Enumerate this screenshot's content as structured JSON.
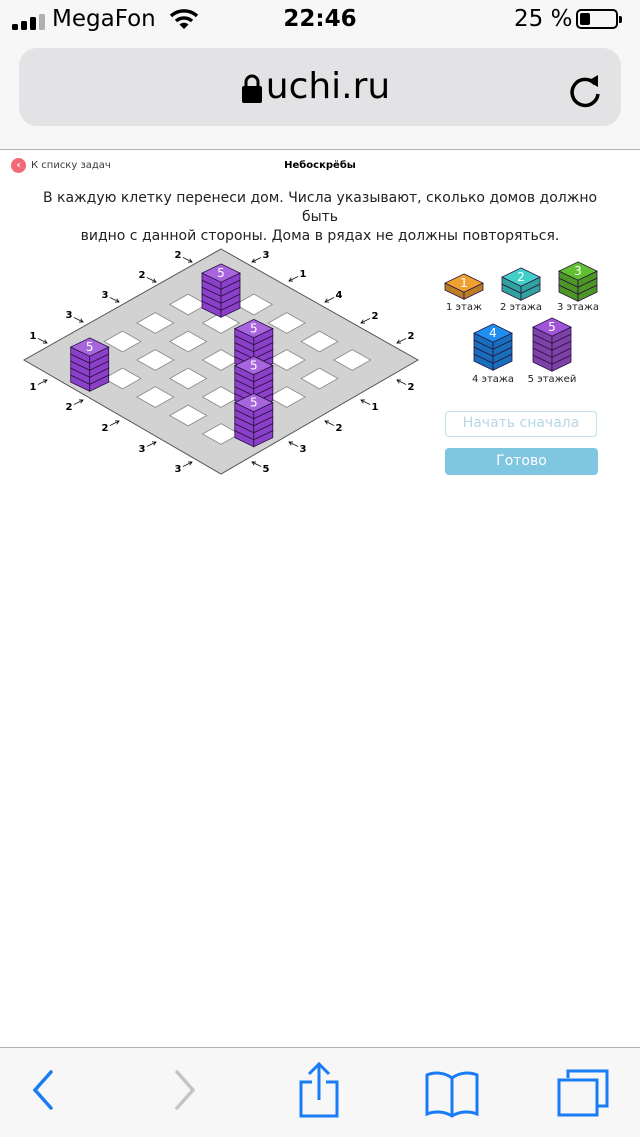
{
  "status_bar": {
    "carrier": "MegaFon",
    "time": "22:46",
    "battery": "25 %"
  },
  "browser": {
    "url": "uchi.ru"
  },
  "page": {
    "back_link": "К списку задач",
    "title": "Небоскрёбы",
    "instructions_line1": "В каждую клетку перенеси дом. Числа указывают, сколько домов должно быть",
    "instructions_line2": "видно с данной стороны. Дома в рядах не должны повторяться."
  },
  "board": {
    "clues_top_left": [
      "2",
      "2",
      "3",
      "3",
      "1"
    ],
    "clues_top_right": [
      "3",
      "1",
      "4",
      "2",
      "2"
    ],
    "clues_bottom_left": [
      "1",
      "2",
      "2",
      "3",
      "3"
    ],
    "clues_bottom_right": [
      "2",
      "1",
      "2",
      "3",
      "5"
    ],
    "placed_houses": [
      {
        "row": 0,
        "col": 0,
        "floors": "5"
      },
      {
        "row": 4,
        "col": 0,
        "floors": "5"
      },
      {
        "row": 1,
        "col": 2,
        "floors": "5"
      },
      {
        "row": 2,
        "col": 3,
        "floors": "5"
      },
      {
        "row": 3,
        "col": 4,
        "floors": "5"
      }
    ]
  },
  "palette": [
    {
      "label": "1 этаж",
      "number": "1",
      "color": "#f0a030"
    },
    {
      "label": "2 этажа",
      "number": "2",
      "color": "#40d0c8"
    },
    {
      "label": "3 этажа",
      "number": "3",
      "color": "#60c030"
    },
    {
      "label": "4 этажа",
      "number": "4",
      "color": "#1e8ef0"
    },
    {
      "label": "5 этажей",
      "number": "5",
      "color": "#a055d8"
    }
  ],
  "buttons": {
    "reset": "Начать сначала",
    "done": "Готово"
  },
  "colors": {
    "house_top": "#a766dd",
    "house_side": "#8a40c8",
    "board": "#d2d2d2",
    "accent_pink": "#f26a75",
    "button_blue": "#7fc6e1"
  }
}
